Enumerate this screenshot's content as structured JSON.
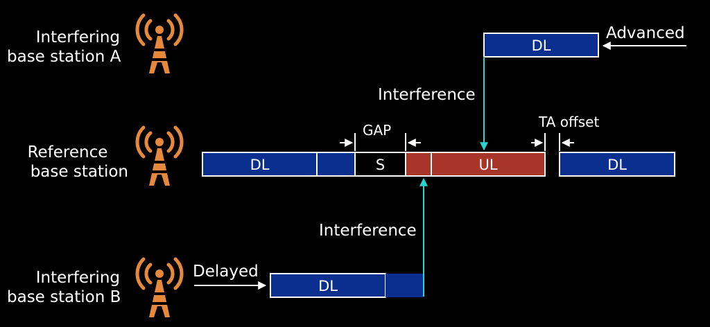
{
  "stations": {
    "a": {
      "line1": "Interfering",
      "line2": "base station A"
    },
    "ref": {
      "line1": "Reference",
      "line2": "base station"
    },
    "b": {
      "line1": "Interfering",
      "line2": "base station B"
    }
  },
  "labels": {
    "advanced": "Advanced",
    "delayed": "Delayed",
    "interference_top": "Interference",
    "interference_bottom": "Interference",
    "gap": "GAP",
    "ta_offset": "TA offset"
  },
  "frames": {
    "a_dl": "DL",
    "ref_dl": "DL",
    "ref_s": "S",
    "ref_ul": "UL",
    "ref_dl2": "DL",
    "b_dl": "DL"
  },
  "colors": {
    "dl": "#0b2f8f",
    "ul": "#a8352a",
    "special": "#000000",
    "tower": "#e6893c",
    "interference_arrow": "#2bd3d3"
  }
}
